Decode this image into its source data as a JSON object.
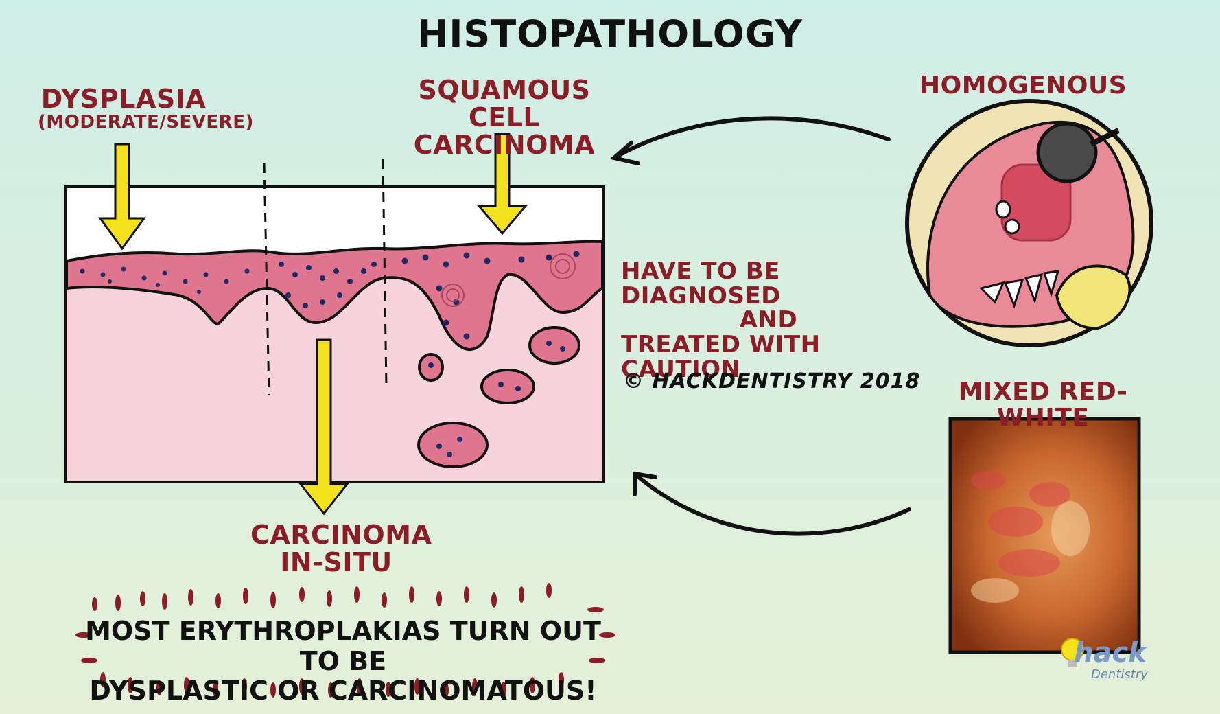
{
  "title": "HISTOPATHOLOGY",
  "labels": {
    "dysplasia_line1": "DYSPLASIA",
    "dysplasia_line2": "(MODERATE/SEVERE)",
    "scc_line1": "SQUAMOUS CELL",
    "scc_line2": "CARCINOMA",
    "cis_line1": "CARCINOMA",
    "cis_line2": "IN-SITU",
    "homogenous": "HOMOGENOUS",
    "mixed": "MIXED RED-WHITE",
    "diagnose_line1": "HAVE TO BE DIAGNOSED",
    "diagnose_line2": "AND",
    "diagnose_line3": "TREATED WITH CAUTION"
  },
  "copyright": "© HACKDENTISTRY 2018",
  "bottom_note": {
    "line1": "MOST ERYTHROPLAKIAS TURN OUT TO BE",
    "line2": "DYSPLASTIC OR CARCINOMATOUS!"
  },
  "logo": {
    "main": "hack",
    "sub": "Dentistry"
  },
  "colors": {
    "label_red": "#8c1d27",
    "arrow_yellow": "#f3e21c",
    "epithelium_pink": "#e0768d",
    "connective_pink": "#f7d4dc",
    "nucleus_blue": "#1f2a6b"
  }
}
